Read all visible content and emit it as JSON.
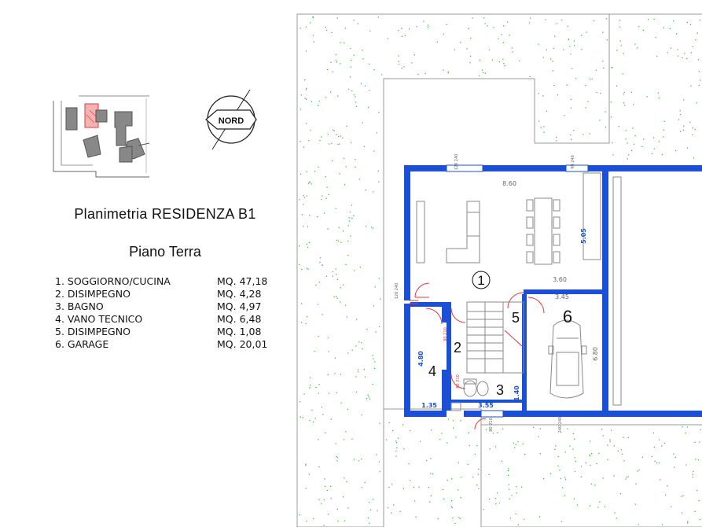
{
  "title": "Planimetria  RESIDENZA B1",
  "subtitle": "Piano Terra",
  "north_label": "NORD",
  "rooms": [
    {
      "name": "1. SOGGIORNO/CUCINA",
      "area": "MQ. 47,18"
    },
    {
      "name": "2. DISIMPEGNO",
      "area": "MQ. 4,28"
    },
    {
      "name": "3. BAGNO",
      "area": "MQ. 4,97"
    },
    {
      "name": "4. VANO TECNICO",
      "area": "MQ. 6,48"
    },
    {
      "name": "5. DISIMPEGNO",
      "area": "MQ. 1,08"
    },
    {
      "name": "6. GARAGE",
      "area": "MQ. 20,01"
    }
  ],
  "room_numbers": [
    "1",
    "2",
    "3",
    "4",
    "5",
    "6"
  ],
  "dimensions": {
    "living_width": "8.60",
    "living_depth": "5.05",
    "living_inner": "3.60",
    "garage_width": "3.45",
    "garage_depth": "6.80",
    "tech_depth": "4.80",
    "tech_width": "1.35",
    "bath_width": "3.55",
    "bath_depth": "1.40",
    "window_top_left": "120 240",
    "window_top_right": "90 240",
    "window_left": "120 240",
    "window_bottom": "80 210",
    "window_garage": "240 240",
    "door_2a": "80 210",
    "door_2b": "80 210"
  },
  "colors": {
    "wall": "#1a4fd6",
    "grass_fill": "#ffffff",
    "grass_dots": "#3fbf3f",
    "key_highlight": "#e23b3b"
  }
}
